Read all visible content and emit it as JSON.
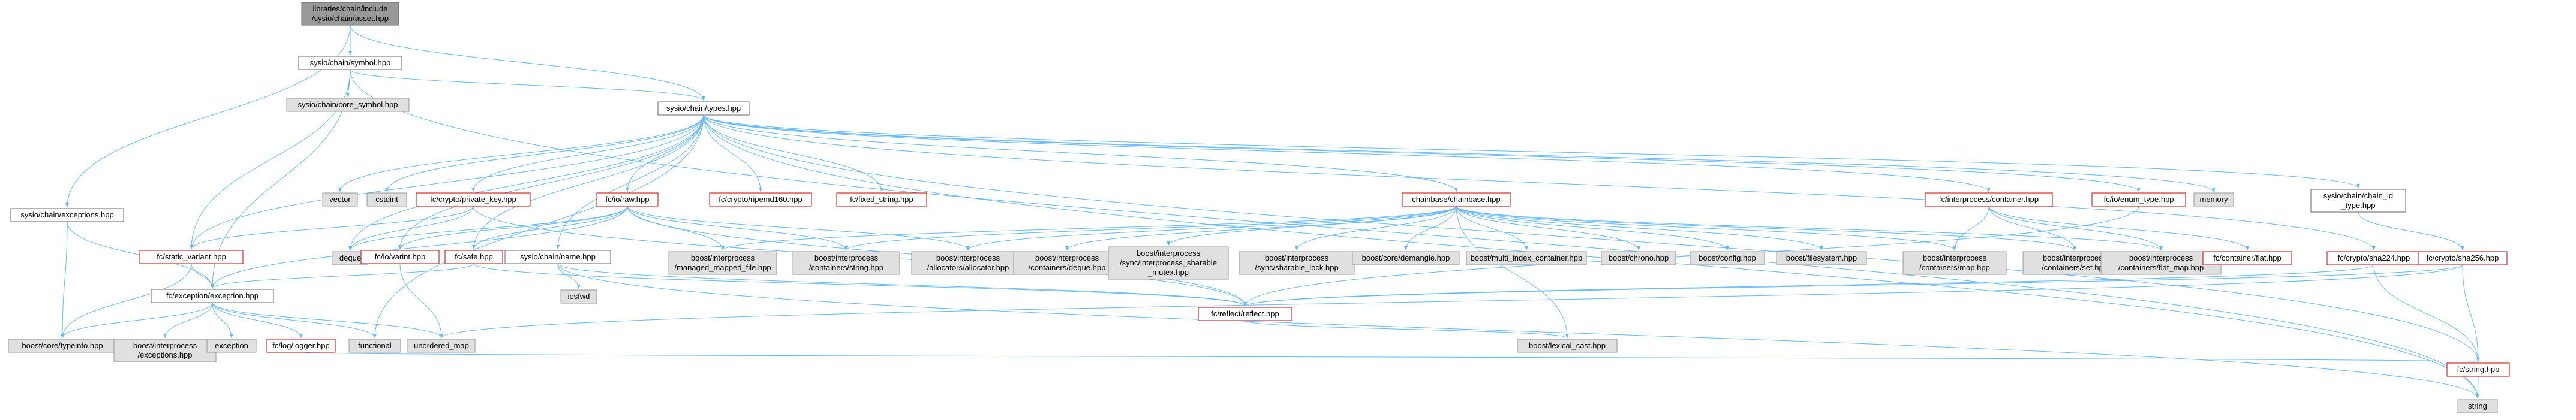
{
  "colors": {
    "root_fill": "#999999",
    "root_stroke": "#666666",
    "linked_stroke": "#666666",
    "missing_stroke": "#cc0000",
    "system_fill": "#e0e0e0",
    "system_stroke": "#999999",
    "edge": "#63b8ff"
  },
  "nodes": [
    {
      "id": "root",
      "lines": [
        "libraries/chain/include",
        "/sysio/chain/asset.hpp"
      ],
      "kind": "root"
    },
    {
      "id": "symbol",
      "lines": [
        "sysio/chain/symbol.hpp"
      ],
      "kind": "linked"
    },
    {
      "id": "core_symbol",
      "lines": [
        "sysio/chain/core_symbol.hpp"
      ],
      "kind": "system"
    },
    {
      "id": "types",
      "lines": [
        "sysio/chain/types.hpp"
      ],
      "kind": "linked"
    },
    {
      "id": "exceptions",
      "lines": [
        "sysio/chain/exceptions.hpp"
      ],
      "kind": "linked"
    },
    {
      "id": "vector",
      "lines": [
        "vector"
      ],
      "kind": "system"
    },
    {
      "id": "cstdint",
      "lines": [
        "cstdint"
      ],
      "kind": "system"
    },
    {
      "id": "deque",
      "lines": [
        "deque"
      ],
      "kind": "system"
    },
    {
      "id": "private_key",
      "lines": [
        "fc/crypto/private_key.hpp"
      ],
      "kind": "missing"
    },
    {
      "id": "ioraw",
      "lines": [
        "fc/io/raw.hpp"
      ],
      "kind": "missing"
    },
    {
      "id": "ripemd",
      "lines": [
        "fc/crypto/ripemd160.hpp"
      ],
      "kind": "missing"
    },
    {
      "id": "fixed_string",
      "lines": [
        "fc/fixed_string.hpp"
      ],
      "kind": "missing"
    },
    {
      "id": "chainbase",
      "lines": [
        "chainbase/chainbase.hpp"
      ],
      "kind": "missing"
    },
    {
      "id": "ipc_container",
      "lines": [
        "fc/interprocess/container.hpp"
      ],
      "kind": "missing"
    },
    {
      "id": "enum_type",
      "lines": [
        "fc/io/enum_type.hpp"
      ],
      "kind": "missing"
    },
    {
      "id": "memory",
      "lines": [
        "memory"
      ],
      "kind": "system"
    },
    {
      "id": "chain_id",
      "lines": [
        "sysio/chain/chain_id",
        "_type.hpp"
      ],
      "kind": "linked"
    },
    {
      "id": "static_variant",
      "lines": [
        "fc/static_variant.hpp"
      ],
      "kind": "missing"
    },
    {
      "id": "varint",
      "lines": [
        "fc/io/varint.hpp"
      ],
      "kind": "missing"
    },
    {
      "id": "safe",
      "lines": [
        "fc/safe.hpp"
      ],
      "kind": "missing"
    },
    {
      "id": "name",
      "lines": [
        "sysio/chain/name.hpp"
      ],
      "kind": "linked"
    },
    {
      "id": "mmf",
      "lines": [
        "boost/interprocess",
        "/managed_mapped_file.hpp"
      ],
      "kind": "system"
    },
    {
      "id": "bi_string",
      "lines": [
        "boost/interprocess",
        "/containers/string.hpp"
      ],
      "kind": "system"
    },
    {
      "id": "bi_allocator",
      "lines": [
        "boost/interprocess",
        "/allocators/allocator.hpp"
      ],
      "kind": "system"
    },
    {
      "id": "bi_deque",
      "lines": [
        "boost/interprocess",
        "/containers/deque.hpp"
      ],
      "kind": "system"
    },
    {
      "id": "bi_sharable_mutex",
      "lines": [
        "boost/interprocess",
        "/sync/interprocess_sharable",
        "_mutex.hpp"
      ],
      "kind": "system"
    },
    {
      "id": "bi_sharable_lock",
      "lines": [
        "boost/interprocess",
        "/sync/sharable_lock.hpp"
      ],
      "kind": "system"
    },
    {
      "id": "demangle",
      "lines": [
        "boost/core/demangle.hpp"
      ],
      "kind": "system"
    },
    {
      "id": "multi_index",
      "lines": [
        "boost/multi_index_container.hpp"
      ],
      "kind": "system"
    },
    {
      "id": "chrono",
      "lines": [
        "boost/chrono.hpp"
      ],
      "kind": "system"
    },
    {
      "id": "config",
      "lines": [
        "boost/config.hpp"
      ],
      "kind": "system"
    },
    {
      "id": "filesystem",
      "lines": [
        "boost/filesystem.hpp"
      ],
      "kind": "system"
    },
    {
      "id": "bi_map",
      "lines": [
        "boost/interprocess",
        "/containers/map.hpp"
      ],
      "kind": "system"
    },
    {
      "id": "bi_set",
      "lines": [
        "boost/interprocess",
        "/containers/set.hpp"
      ],
      "kind": "system"
    },
    {
      "id": "bi_flat_map",
      "lines": [
        "boost/interprocess",
        "/containers/flat_map.hpp"
      ],
      "kind": "system"
    },
    {
      "id": "container_flat",
      "lines": [
        "fc/container/flat.hpp"
      ],
      "kind": "missing"
    },
    {
      "id": "sha224",
      "lines": [
        "fc/crypto/sha224.hpp"
      ],
      "kind": "missing"
    },
    {
      "id": "sha256",
      "lines": [
        "fc/crypto/sha256.hpp"
      ],
      "kind": "missing"
    },
    {
      "id": "iosfwd",
      "lines": [
        "iosfwd"
      ],
      "kind": "system"
    },
    {
      "id": "fc_exception",
      "lines": [
        "fc/exception/exception.hpp"
      ],
      "kind": "linked"
    },
    {
      "id": "reflect",
      "lines": [
        "fc/reflect/reflect.hpp"
      ],
      "kind": "missing"
    },
    {
      "id": "typeinfo",
      "lines": [
        "boost/core/typeinfo.hpp"
      ],
      "kind": "system"
    },
    {
      "id": "bi_exceptions",
      "lines": [
        "boost/interprocess",
        "/exceptions.hpp"
      ],
      "kind": "system"
    },
    {
      "id": "exception",
      "lines": [
        "exception"
      ],
      "kind": "system"
    },
    {
      "id": "logger",
      "lines": [
        "fc/log/logger.hpp"
      ],
      "kind": "missing"
    },
    {
      "id": "functional",
      "lines": [
        "functional"
      ],
      "kind": "system"
    },
    {
      "id": "unordered_map",
      "lines": [
        "unordered_map"
      ],
      "kind": "system"
    },
    {
      "id": "lexical_cast",
      "lines": [
        "boost/lexical_cast.hpp"
      ],
      "kind": "system"
    },
    {
      "id": "fc_string",
      "lines": [
        "fc/string.hpp"
      ],
      "kind": "missing"
    },
    {
      "id": "string",
      "lines": [
        "string"
      ],
      "kind": "system"
    }
  ],
  "edges": [
    [
      "root",
      "symbol"
    ],
    [
      "root",
      "types"
    ],
    [
      "root",
      "exceptions"
    ],
    [
      "symbol",
      "core_symbol"
    ],
    [
      "symbol",
      "types"
    ],
    [
      "symbol",
      "static_variant"
    ],
    [
      "symbol",
      "fc_exception"
    ],
    [
      "symbol",
      "string"
    ],
    [
      "types",
      "vector"
    ],
    [
      "types",
      "cstdint"
    ],
    [
      "types",
      "deque"
    ],
    [
      "types",
      "private_key"
    ],
    [
      "types",
      "ioraw"
    ],
    [
      "types",
      "ripemd"
    ],
    [
      "types",
      "fixed_string"
    ],
    [
      "types",
      "chainbase"
    ],
    [
      "types",
      "ipc_container"
    ],
    [
      "types",
      "enum_type"
    ],
    [
      "types",
      "memory"
    ],
    [
      "types",
      "chain_id"
    ],
    [
      "types",
      "static_variant"
    ],
    [
      "types",
      "name"
    ],
    [
      "types",
      "safe"
    ],
    [
      "types",
      "varint"
    ],
    [
      "types",
      "sha224"
    ],
    [
      "types",
      "fc_string"
    ],
    [
      "types",
      "string"
    ],
    [
      "types",
      "functional"
    ],
    [
      "exceptions",
      "typeinfo"
    ],
    [
      "exceptions",
      "fc_exception"
    ],
    [
      "private_key",
      "static_variant"
    ],
    [
      "private_key",
      "deque"
    ],
    [
      "private_key",
      "reflect"
    ],
    [
      "ioraw",
      "deque"
    ],
    [
      "ioraw",
      "varint"
    ],
    [
      "ioraw",
      "safe"
    ],
    [
      "ioraw",
      "reflect"
    ],
    [
      "ioraw",
      "fc_exception"
    ],
    [
      "ioraw",
      "mmf"
    ],
    [
      "ioraw",
      "bi_string"
    ],
    [
      "ioraw",
      "bi_allocator"
    ],
    [
      "chainbase",
      "mmf"
    ],
    [
      "chainbase",
      "bi_string"
    ],
    [
      "chainbase",
      "bi_allocator"
    ],
    [
      "chainbase",
      "bi_deque"
    ],
    [
      "chainbase",
      "bi_sharable_mutex"
    ],
    [
      "chainbase",
      "bi_sharable_lock"
    ],
    [
      "chainbase",
      "demangle"
    ],
    [
      "chainbase",
      "multi_index"
    ],
    [
      "chainbase",
      "chrono"
    ],
    [
      "chainbase",
      "config"
    ],
    [
      "chainbase",
      "filesystem"
    ],
    [
      "chainbase",
      "bi_map"
    ],
    [
      "chainbase",
      "bi_set"
    ],
    [
      "chainbase",
      "bi_flat_map"
    ],
    [
      "chainbase",
      "lexical_cast"
    ],
    [
      "ipc_container",
      "bi_map"
    ],
    [
      "ipc_container",
      "bi_set"
    ],
    [
      "ipc_container",
      "bi_flat_map"
    ],
    [
      "ipc_container",
      "container_flat"
    ],
    [
      "enum_type",
      "reflect"
    ],
    [
      "chain_id",
      "sha256"
    ],
    [
      "static_variant",
      "fc_exception"
    ],
    [
      "static_variant",
      "typeinfo"
    ],
    [
      "varint",
      "unordered_map"
    ],
    [
      "safe",
      "fc_exception"
    ],
    [
      "safe",
      "reflect"
    ],
    [
      "name",
      "iosfwd"
    ],
    [
      "name",
      "reflect"
    ],
    [
      "name",
      "string"
    ],
    [
      "sha224",
      "reflect"
    ],
    [
      "sha224",
      "fc_string"
    ],
    [
      "sha256",
      "reflect"
    ],
    [
      "sha256",
      "fc_string"
    ],
    [
      "sha256",
      "unordered_map"
    ],
    [
      "fc_exception",
      "typeinfo"
    ],
    [
      "fc_exception",
      "bi_exceptions"
    ],
    [
      "fc_exception",
      "exception"
    ],
    [
      "fc_exception",
      "logger"
    ],
    [
      "fc_exception",
      "functional"
    ],
    [
      "fc_exception",
      "unordered_map"
    ],
    [
      "reflect",
      "lexical_cast"
    ],
    [
      "logger",
      "fc_string"
    ],
    [
      "fc_string",
      "string"
    ]
  ]
}
